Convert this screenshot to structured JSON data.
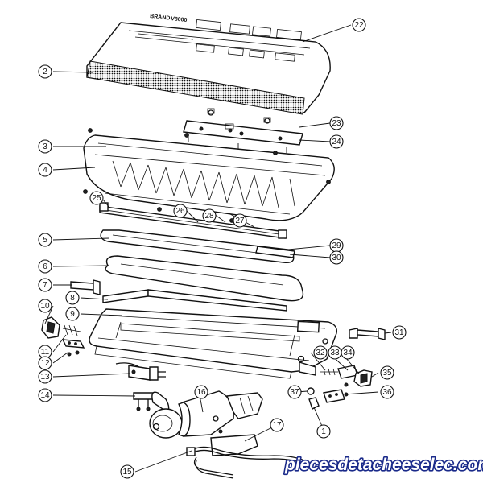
{
  "diagram": {
    "brand_text": "BRAND",
    "brand_model": "V8000",
    "watermark": "piecesdetacheeselec.com",
    "callouts": [
      {
        "id": "c1",
        "label": "1"
      },
      {
        "id": "c2",
        "label": "2"
      },
      {
        "id": "c3",
        "label": "3"
      },
      {
        "id": "c4",
        "label": "4"
      },
      {
        "id": "c5",
        "label": "5"
      },
      {
        "id": "c6",
        "label": "6"
      },
      {
        "id": "c7",
        "label": "7"
      },
      {
        "id": "c8",
        "label": "8"
      },
      {
        "id": "c9",
        "label": "9"
      },
      {
        "id": "c10",
        "label": "10"
      },
      {
        "id": "c11",
        "label": "11"
      },
      {
        "id": "c12",
        "label": "12"
      },
      {
        "id": "c13",
        "label": "13"
      },
      {
        "id": "c14",
        "label": "14"
      },
      {
        "id": "c15",
        "label": "15"
      },
      {
        "id": "c16",
        "label": "16"
      },
      {
        "id": "c17",
        "label": "17"
      },
      {
        "id": "c22",
        "label": "22"
      },
      {
        "id": "c23",
        "label": "23"
      },
      {
        "id": "c24",
        "label": "24"
      },
      {
        "id": "c25",
        "label": "25"
      },
      {
        "id": "c26",
        "label": "26"
      },
      {
        "id": "c27",
        "label": "27"
      },
      {
        "id": "c28",
        "label": "28"
      },
      {
        "id": "c29",
        "label": "29"
      },
      {
        "id": "c30",
        "label": "30"
      },
      {
        "id": "c31",
        "label": "31"
      },
      {
        "id": "c32",
        "label": "32"
      },
      {
        "id": "c33",
        "label": "33"
      },
      {
        "id": "c34",
        "label": "34"
      },
      {
        "id": "c35",
        "label": "35"
      },
      {
        "id": "c36",
        "label": "36"
      },
      {
        "id": "c37",
        "label": "37"
      }
    ]
  }
}
